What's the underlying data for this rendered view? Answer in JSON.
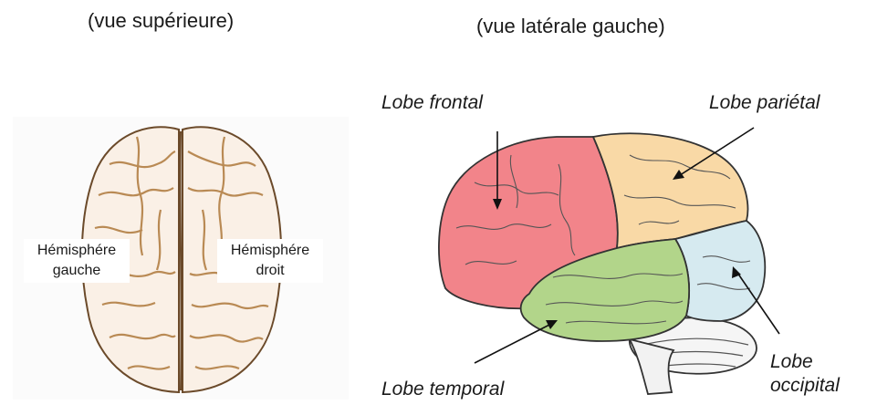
{
  "titles": {
    "top_view": "(vue supérieure)",
    "side_view": "(vue latérale gauche)"
  },
  "top_view": {
    "left_hemisphere": [
      "Hémisphére",
      "gauche"
    ],
    "right_hemisphere": [
      "Hémisphére",
      "droit"
    ]
  },
  "side_view": {
    "frontal": "Lobe frontal",
    "parietal": "Lobe pariétal",
    "temporal": "Lobe temporal",
    "occipital": [
      "Lobe",
      "occipital"
    ]
  },
  "colors": {
    "frontal": "#f2848a",
    "parietal": "#f9d9a6",
    "temporal": "#b2d58a",
    "occipital": "#d6eaf0",
    "brain_top": "#faf1e8",
    "sulci": "#b98a54"
  }
}
